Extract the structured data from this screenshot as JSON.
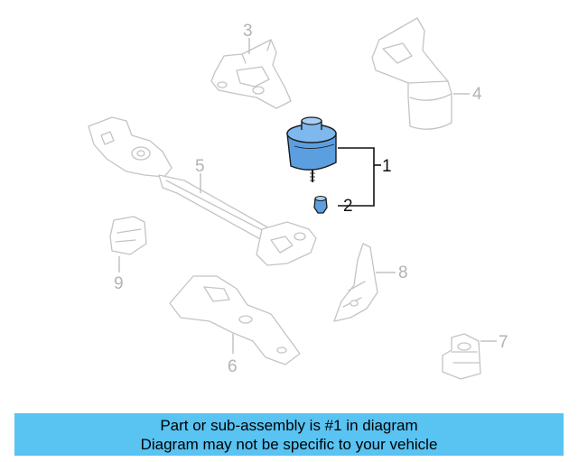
{
  "callouts": {
    "c1": "1",
    "c2": "2",
    "c3": "3",
    "c4": "4",
    "c5": "5",
    "c6": "6",
    "c7": "7",
    "c8": "8",
    "c9": "9"
  },
  "caption": {
    "line1": "Part or sub-assembly is #1 in diagram",
    "line2": "Diagram may not be specific to your vehicle"
  },
  "colors": {
    "highlight": "#5b9fe0",
    "caption_bg": "#59c3f2",
    "ghost_stroke": "#c4c4c4"
  }
}
